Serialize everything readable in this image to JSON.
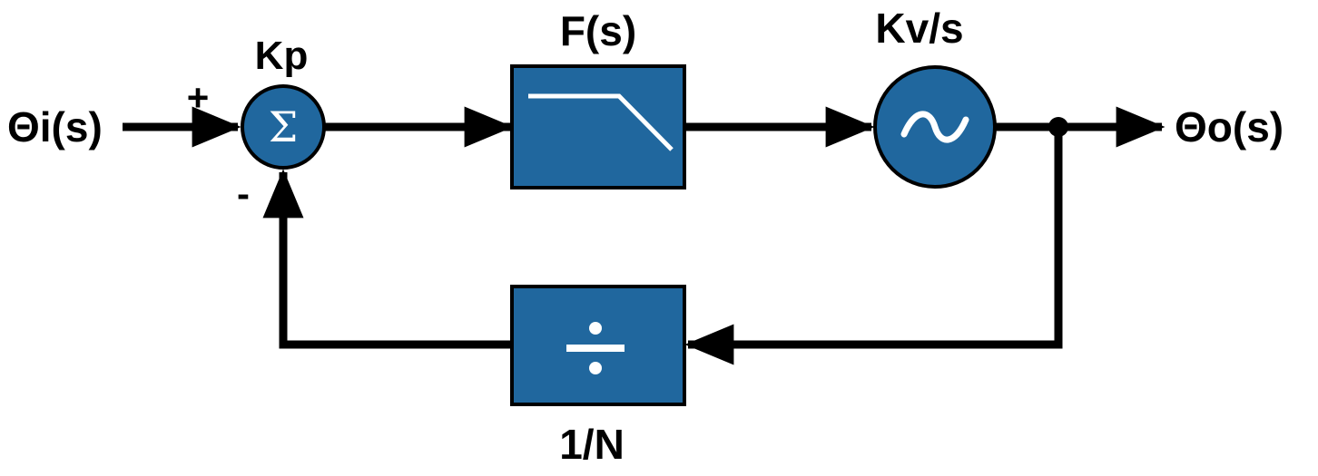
{
  "labels": {
    "input": "Θi(s)",
    "output": "Θo(s)",
    "plus": "+",
    "minus": "-",
    "phase_detector_gain": "Kp",
    "loop_filter": "F(s)",
    "vco": "Kv/s",
    "divider": "1/N"
  },
  "blocks": {
    "summer_symbol": "Σ",
    "vco_symbol": "~",
    "divider_symbol": "÷"
  },
  "colors": {
    "block_fill": "#20679e",
    "stroke": "#000000",
    "glyph": "#ffffff"
  },
  "icons": {
    "summer": "summing-junction-icon",
    "filter": "lowpass-filter-icon",
    "vco": "sine-wave-icon",
    "divider": "divide-icon"
  }
}
